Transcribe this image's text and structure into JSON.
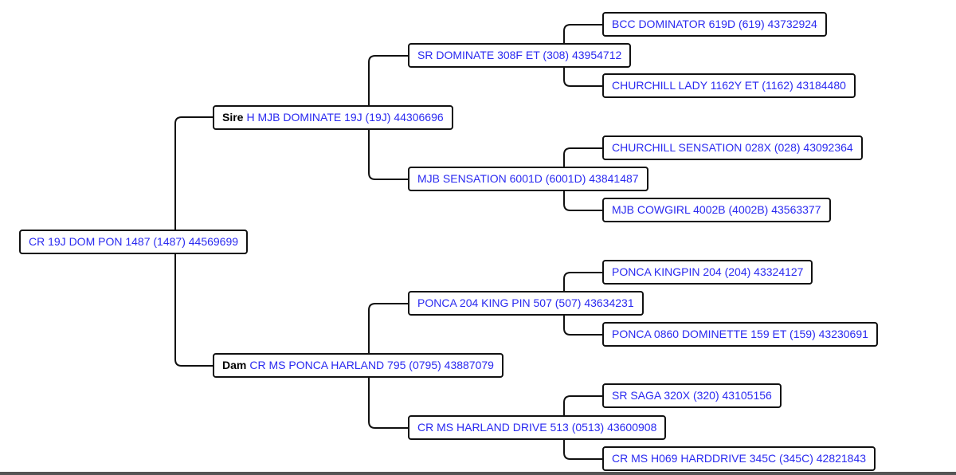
{
  "root": "CR 19J DOM PON 1487 (1487) 44569699",
  "sire": {
    "label": "Sire",
    "name": "H MJB DOMINATE 19J (19J) 44306696"
  },
  "dam": {
    "label": "Dam",
    "name": "CR MS PONCA HARLAND 795 (0795) 43887079"
  },
  "sire_sire": "SR DOMINATE 308F ET (308) 43954712",
  "sire_dam": "MJB SENSATION 6001D (6001D) 43841487",
  "dam_sire": "PONCA 204 KING PIN 507 (507) 43634231",
  "dam_dam": "CR MS HARLAND DRIVE 513 (0513) 43600908",
  "gen3": [
    "BCC DOMINATOR 619D (619) 43732924",
    "CHURCHILL LADY 1162Y ET (1162) 43184480",
    "CHURCHILL SENSATION 028X (028) 43092364",
    "MJB COWGIRL 4002B (4002B) 43563377",
    "PONCA KINGPIN 204 (204) 43324127",
    "PONCA 0860 DOMINETTE 159 ET (159) 43230691",
    "SR SAGA 320X (320) 43105156",
    "CR MS H069 HARDDRIVE 345C (345C) 42821843"
  ]
}
